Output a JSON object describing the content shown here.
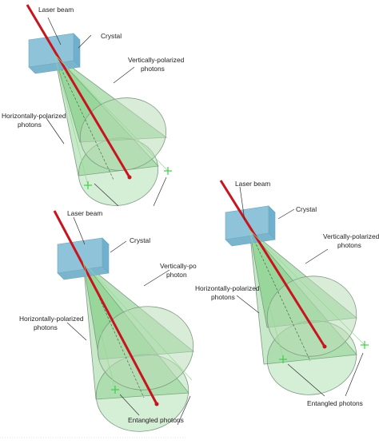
{
  "colors": {
    "laser": "#c8141e",
    "crystal": "#8fc3d9",
    "cone_fill": "#5fbf63",
    "cone_edge": "#7f9a82",
    "photon_mark": "#3fcf4a",
    "leader_line": "#333333"
  },
  "panels": [
    {
      "id": "top-left",
      "labels": {
        "laser": "Laser beam",
        "crystal": "Crystal",
        "vertical": [
          "Vertically-polarized",
          "photons"
        ],
        "horizontal": [
          "Horizontally-polarized",
          "photons"
        ],
        "entangled": ""
      }
    },
    {
      "id": "bottom-left",
      "labels": {
        "laser": "Laser beam",
        "crystal": "Crystal",
        "vertical": [
          "Vertically-po",
          "photon"
        ],
        "horizontal": [
          "Horizontally-polarized",
          "photons"
        ],
        "entangled": "Entangled photons"
      }
    },
    {
      "id": "right",
      "labels": {
        "laser": "Laser beam",
        "crystal": "Crystal",
        "vertical": [
          "Vertically-polarized",
          "photons"
        ],
        "horizontal": [
          "Horizontally-polarized",
          "photons"
        ],
        "entangled": "Entangled photons"
      }
    }
  ]
}
